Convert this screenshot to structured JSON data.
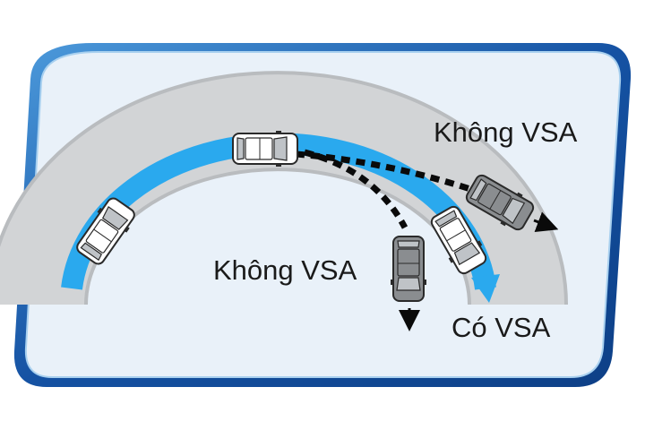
{
  "labels": {
    "without_vsa_top": "Không VSA",
    "without_vsa_bottom": "Không VSA",
    "with_vsa": "Có VSA"
  },
  "colors": {
    "frame_outer": "#1552a3",
    "frame_inner": "#6fb3e8",
    "panel_fill": "#e9f1f9",
    "road_fill": "#d2d4d6",
    "road_edge": "#b9bcbf",
    "path_blue": "#2aa9ee",
    "skid_path": "#0a0a0a",
    "car_white": "#ffffff",
    "car_gray": "#8a8d90"
  },
  "icons": {
    "vehicle": "car-top-view-icon",
    "direction": "arrow-icon"
  }
}
